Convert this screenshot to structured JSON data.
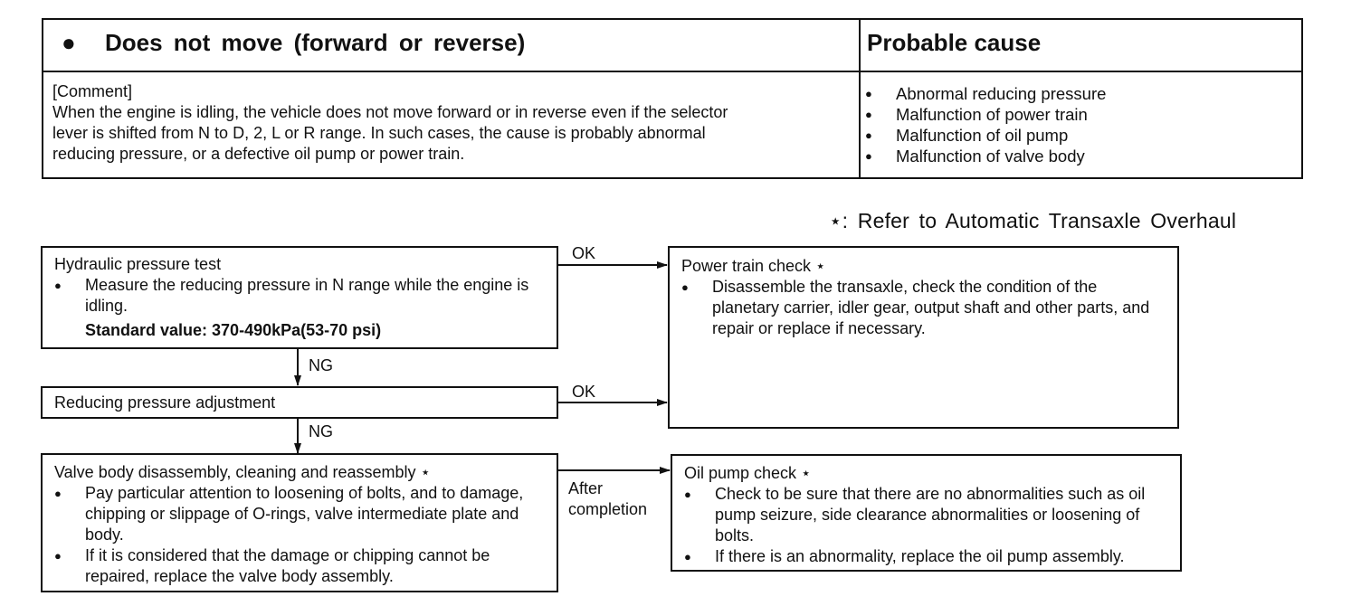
{
  "header": {
    "bullet": "●",
    "title": "Does not move (forward or reverse)",
    "cause_title": "Probable cause",
    "comment_label": "[Comment]",
    "comment_lines": [
      "When the engine is idling, the vehicle does not move forward or in reverse even if the selector",
      "lever is shifted from N to D, 2, L or R range.  In such cases, the cause is probably abnormal",
      "reducing pressure, or a defective oil pump or power train."
    ],
    "causes": [
      "Abnormal reducing pressure",
      "Malfunction of power train",
      "Malfunction of oil pump",
      "Malfunction of valve body"
    ]
  },
  "refer_note": "⋆:  Refer to Automatic Transaxle Overhaul",
  "flow": {
    "hydraulic": {
      "title": "Hydraulic pressure test",
      "items": [
        "Measure the reducing pressure in N range while the engine is idling."
      ],
      "standard": "Standard value: 370-490kPa(53-70 psi)"
    },
    "reducing": {
      "title": "Reducing pressure adjustment"
    },
    "valve": {
      "title": "Valve body disassembly, cleaning and reassembly ⋆",
      "items": [
        "Pay particular attention to loosening of bolts, and to damage, chipping or slippage of O-rings, valve intermediate plate and body.",
        "If it is considered that the damage or chipping cannot be repaired, replace the valve body assembly."
      ]
    },
    "power_train": {
      "title": "Power train check ⋆",
      "items": [
        "Disassemble the transaxle, check the condition of the planetary carrier, idler gear, output shaft and other parts, and repair or replace if necessary."
      ]
    },
    "oil_pump": {
      "title": "Oil pump check ⋆",
      "items": [
        "Check to be sure that there are no abnormalities such as oil pump seizure, side clearance abnormalities or loosening of bolts.",
        "If there is an abnormality, replace the oil pump assembly."
      ]
    },
    "labels": {
      "ok1": "OK",
      "ng1": "NG",
      "ok2": "OK",
      "ng2": "NG",
      "after1": "After",
      "after2": "completion"
    }
  }
}
